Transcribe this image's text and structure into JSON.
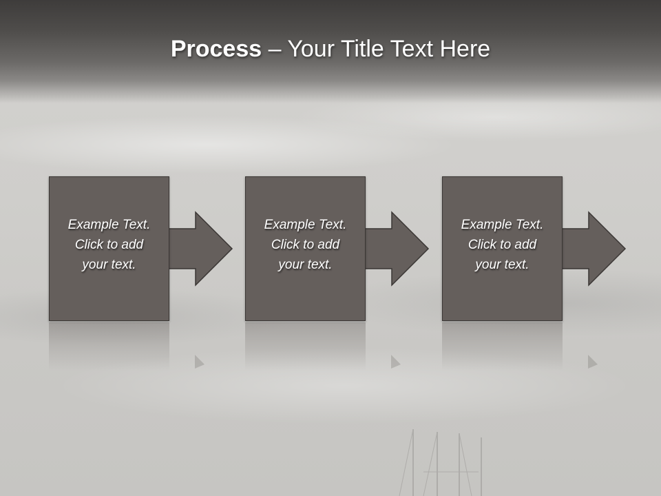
{
  "title": {
    "bold": "Process",
    "rest": " – Your Title Text Here"
  },
  "steps": [
    {
      "lines": [
        "Example Text.",
        "Click  to add",
        "your text."
      ]
    },
    {
      "lines": [
        "Example Text.",
        "Click  to add",
        "your text."
      ]
    },
    {
      "lines": [
        "Example Text.",
        "Click  to add",
        "your text."
      ]
    }
  ],
  "colors": {
    "box_fill": "#655f5c",
    "box_border": "#3a3634",
    "title_text": "#ffffff"
  },
  "icons": {
    "connector": "arrow-right-icon"
  }
}
